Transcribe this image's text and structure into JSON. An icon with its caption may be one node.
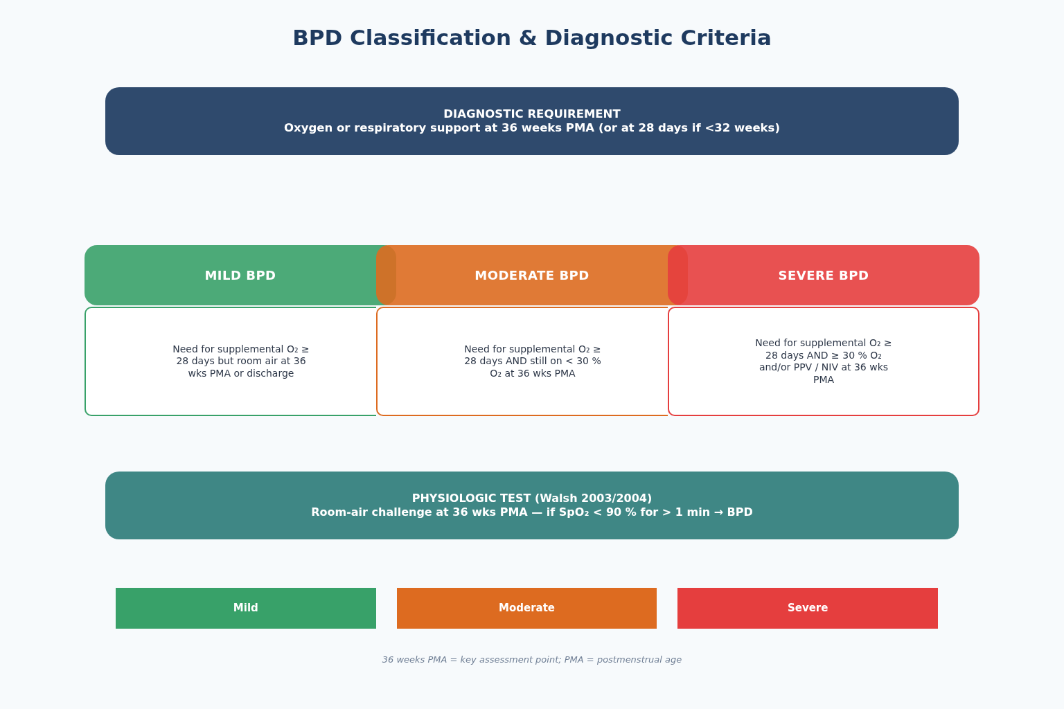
{
  "diagram": {
    "title": "BPD Classification & Diagnostic Criteria",
    "caption": "36 weeks PMA = key assessment point; PMA = postmenstrual age",
    "nodes": [
      {
        "text": [
          "DIAGNOSTIC REQUIREMENT",
          "Oxygen or respiratory support at 36 weeks PMA (or at 28 days if <32 weeks)"
        ]
      },
      {
        "text": [
          "MILD BPD"
        ]
      },
      {
        "text": [
          "MODERATE BPD"
        ]
      },
      {
        "text": [
          "SEVERE BPD"
        ]
      },
      {
        "text": [
          "Need for supplemental O₂ ≥ 28 days but room air at 36 wks PMA or discharge"
        ]
      },
      {
        "text": [
          "Need for supplemental O₂ ≥ 28 days AND still on < 30 % O₂ at 36 wks PMA"
        ]
      },
      {
        "text": [
          "Need for supplemental O₂ ≥ 28 days AND ≥ 30 % O₂ and/or PPV / NIV at 36 wks PMA"
        ]
      },
      {
        "text": [
          "PHYSIOLOGIC TEST (Walsh 2003/2004)",
          "Room-air challenge at 36 wks PMA — if SpO₂ < 90 % for > 1 min → BPD"
        ]
      }
    ],
    "edges": [],
    "legend": [
      {
        "text": "Mild",
        "color": "#38a169"
      },
      {
        "text": "Moderate",
        "color": "#dd6b20"
      },
      {
        "text": "Severe",
        "color": "#e53e3e"
      }
    ]
  }
}
